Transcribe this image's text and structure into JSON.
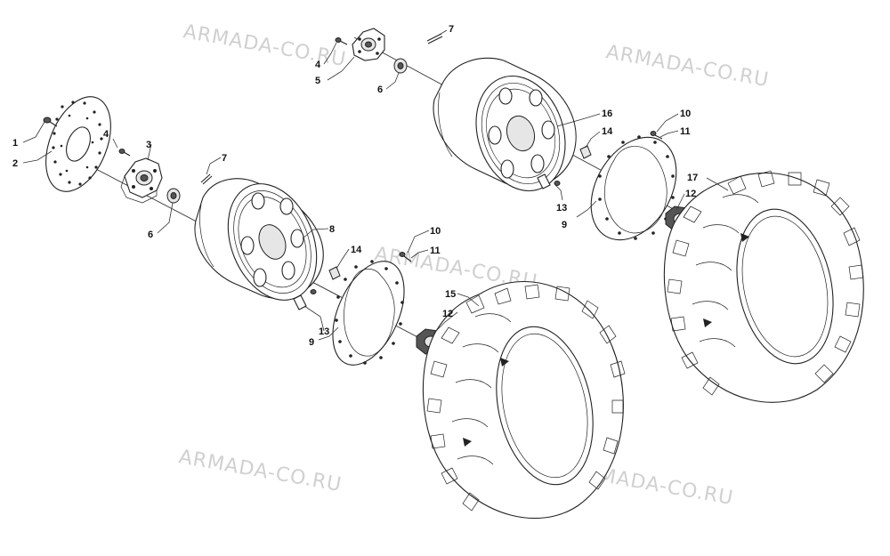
{
  "watermark": "ARMADA-CO.RU",
  "callouts": [
    {
      "id": "c1",
      "text": "1"
    },
    {
      "id": "c2",
      "text": "2"
    },
    {
      "id": "c4a",
      "text": "4"
    },
    {
      "id": "c3",
      "text": "3"
    },
    {
      "id": "c6a",
      "text": "6"
    },
    {
      "id": "c7a",
      "text": "7"
    },
    {
      "id": "c8",
      "text": "8"
    },
    {
      "id": "c14a",
      "text": "14"
    },
    {
      "id": "c13a",
      "text": "13"
    },
    {
      "id": "c9a",
      "text": "9"
    },
    {
      "id": "c10a",
      "text": "10"
    },
    {
      "id": "c11a",
      "text": "11"
    },
    {
      "id": "c12a",
      "text": "12"
    },
    {
      "id": "c15",
      "text": "15"
    },
    {
      "id": "c4b",
      "text": "4"
    },
    {
      "id": "c5",
      "text": "5"
    },
    {
      "id": "c6b",
      "text": "6"
    },
    {
      "id": "c7b",
      "text": "7"
    },
    {
      "id": "c16",
      "text": "16"
    },
    {
      "id": "c14b",
      "text": "14"
    },
    {
      "id": "c10b",
      "text": "10"
    },
    {
      "id": "c11b",
      "text": "11"
    },
    {
      "id": "c13b",
      "text": "13"
    },
    {
      "id": "c9b",
      "text": "9"
    },
    {
      "id": "c12b",
      "text": "12"
    },
    {
      "id": "c17",
      "text": "17"
    }
  ]
}
